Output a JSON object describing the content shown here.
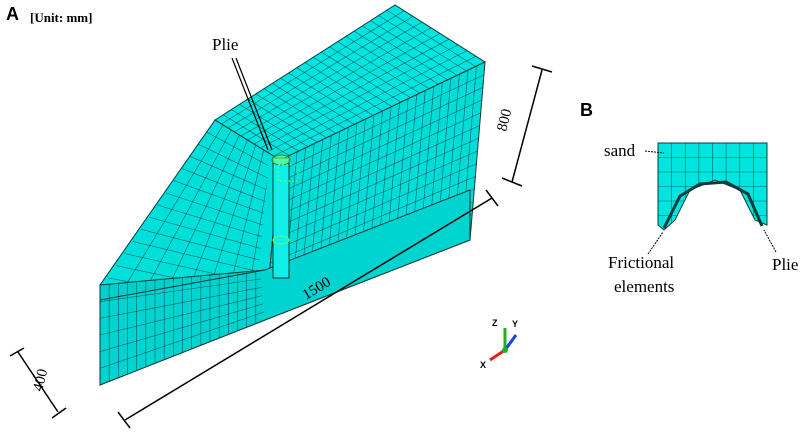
{
  "panel_a": {
    "letter": "A",
    "unit": "[Unit: mm]",
    "pile_label": "Plie",
    "dim_width": "400",
    "dim_length": "1500",
    "dim_height": "800",
    "axes": {
      "x": "X",
      "y": "Y",
      "z": "Z"
    }
  },
  "panel_b": {
    "letter": "B",
    "sand_label": "sand",
    "frictional_line1": "Frictional",
    "frictional_line2": "elements",
    "pile_label": "Plie"
  },
  "colors": {
    "mesh_fill": "#00e5e0",
    "mesh_fill_dark": "#00c8c4",
    "mesh_line": "#0a3a3a",
    "pile_hilite": "#7cff7c",
    "axis_x": "#e02020",
    "axis_y": "#2040e0",
    "axis_z": "#20b020"
  }
}
